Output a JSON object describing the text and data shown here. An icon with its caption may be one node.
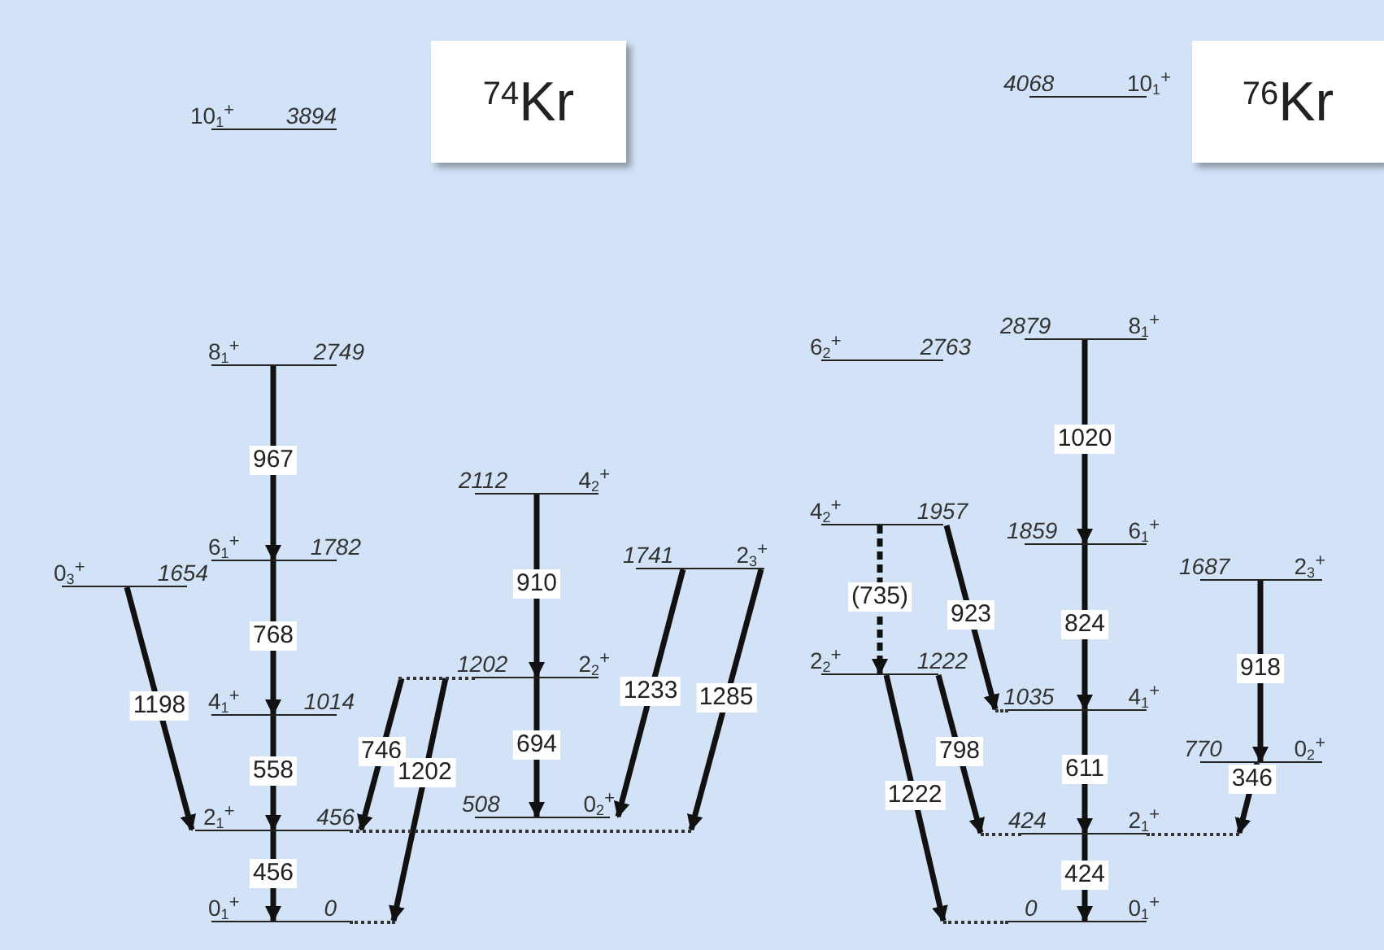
{
  "diagram": {
    "nodes": [
      {
        "text": [
          "$^{74}$Kr"
        ]
      },
      {
        "text": [
          "10$_{1}$$^{+}$",
          "3894"
        ]
      },
      {
        "text": [
          "8$_{1}$$^{+}$",
          "2749"
        ]
      },
      {
        "text": [
          "6$_{1}$$^{+}$",
          "1782"
        ]
      },
      {
        "text": [
          "0$_{3}$$^{+}$",
          "1654"
        ]
      },
      {
        "text": [
          "4$_{1}$$^{+}$",
          "1014"
        ]
      },
      {
        "text": [
          "2$_{1}$$^{+}$",
          "456"
        ]
      },
      {
        "text": [
          "0$_{1}$$^{+}$",
          "0"
        ]
      },
      {
        "text": [
          "2112",
          "4$_{2}$$^{+}$"
        ]
      },
      {
        "text": [
          "1202",
          "2$_{2}$$^{+}$"
        ]
      },
      {
        "text": [
          "508",
          "0$_{2}$$^{+}$"
        ]
      },
      {
        "text": [
          "1741",
          "2$_{3}$$^{+}$"
        ]
      },
      {
        "text": [
          "$^{76}$Kr"
        ]
      },
      {
        "text": [
          "4068",
          "10$_{1}$$^{+}$"
        ]
      },
      {
        "text": [
          "6$_{2}$$^{+}$",
          "2763"
        ]
      },
      {
        "text": [
          "2879",
          "8$_{1}$$^{+}$"
        ]
      },
      {
        "text": [
          "4$_{2}$$^{+}$",
          "1957"
        ]
      },
      {
        "text": [
          "1859",
          "6$_{1}$$^{+}$"
        ]
      },
      {
        "text": [
          "1687",
          "2$_{3}$$^{+}$"
        ]
      },
      {
        "text": [
          "2$_{2}$$^{+}$",
          "1222"
        ]
      },
      {
        "text": [
          "1035",
          "4$_{1}$$^{+}$"
        ]
      },
      {
        "text": [
          "770",
          "0$_{2}$$^{+}$"
        ]
      },
      {
        "text": [
          "424",
          "2$_{1}$$^{+}$"
        ]
      },
      {
        "text": [
          "0",
          "0$_{1}$$^{+}$"
        ]
      }
    ],
    "edges": [
      {
        "from": 2,
        "to": 3,
        "arrow": "to",
        "label": "967"
      },
      {
        "from": 3,
        "to": 5,
        "arrow": "to",
        "label": "768"
      },
      {
        "from": 5,
        "to": 6,
        "arrow": "to",
        "label": "558"
      },
      {
        "from": 6,
        "to": 7,
        "arrow": "to",
        "label": "456"
      },
      {
        "from": 4,
        "to": 6,
        "arrow": "to",
        "label": "1198"
      },
      {
        "from": 9,
        "to": 6,
        "arrow": "to",
        "label": "746"
      },
      {
        "from": 9,
        "to": 7,
        "arrow": "to",
        "label": "1202"
      },
      {
        "from": 8,
        "to": 9,
        "arrow": "to",
        "label": "910"
      },
      {
        "from": 9,
        "to": 10,
        "arrow": "to",
        "label": "694"
      },
      {
        "from": 11,
        "to": 10,
        "arrow": "to",
        "label": "1233"
      },
      {
        "from": 11,
        "to": 6,
        "arrow": "to",
        "label": "1285"
      },
      {
        "from": 15,
        "to": 17,
        "arrow": "to",
        "label": "1020"
      },
      {
        "from": 17,
        "to": 20,
        "arrow": "to",
        "label": "824"
      },
      {
        "from": 20,
        "to": 22,
        "arrow": "to",
        "label": "611"
      },
      {
        "from": 22,
        "to": 23,
        "arrow": "to",
        "label": "424"
      },
      {
        "from": 16,
        "to": 19,
        "arrow": "to",
        "label": "(735)",
        "style": "dashed"
      },
      {
        "from": 16,
        "to": 20,
        "arrow": "to",
        "label": "923"
      },
      {
        "from": 19,
        "to": 23,
        "arrow": "to",
        "label": "1222"
      },
      {
        "from": 19,
        "to": 22,
        "arrow": "to",
        "label": "798"
      },
      {
        "from": 18,
        "to": 21,
        "arrow": "to",
        "label": "918"
      },
      {
        "from": 21,
        "to": 22,
        "arrow": "to",
        "label": "346"
      }
    ]
  }
}
